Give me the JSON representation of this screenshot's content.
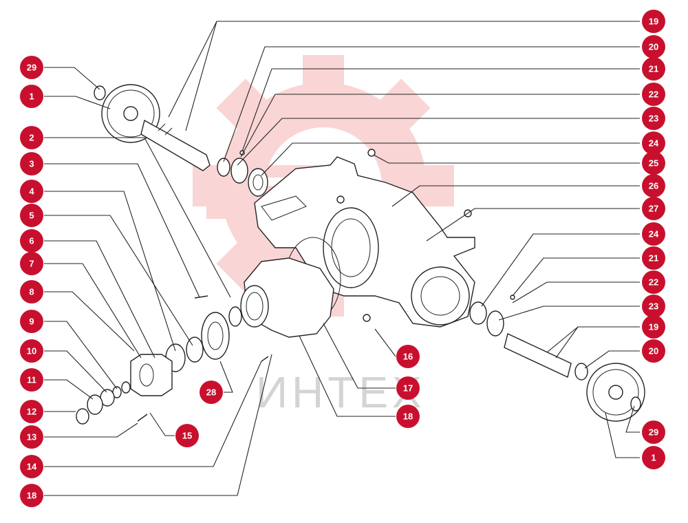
{
  "watermark": {
    "text": "ИНТЕХ",
    "color": "#f6c2c2"
  },
  "badge_color": "#c8102e",
  "callouts": {
    "c29a": "29",
    "c1a": "1",
    "c2": "2",
    "c3": "3",
    "c4": "4",
    "c5": "5",
    "c6": "6",
    "c7": "7",
    "c8": "8",
    "c9": "9",
    "c10": "10",
    "c11": "11",
    "c12": "12",
    "c13": "13",
    "c14": "14",
    "c18a": "18",
    "c19a": "19",
    "c20a": "20",
    "c21a": "21",
    "c22a": "22",
    "c23a": "23",
    "c24a": "24",
    "c25": "25",
    "c26": "26",
    "c27": "27",
    "c24b": "24",
    "c21b": "21",
    "c22b": "22",
    "c23b": "23",
    "c19b": "19",
    "c20b": "20",
    "c29b": "29",
    "c1b": "1",
    "c16": "16",
    "c17": "17",
    "c18b": "18",
    "c28": "28",
    "c15": "15"
  }
}
